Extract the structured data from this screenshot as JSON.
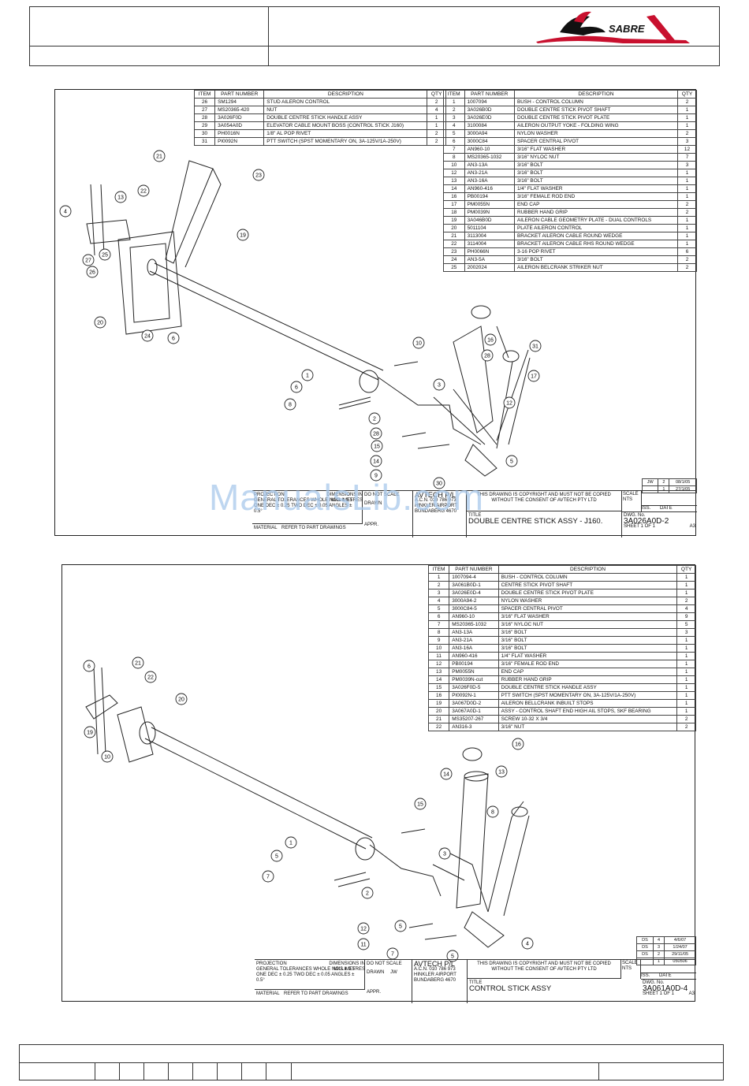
{
  "logo": {
    "text": "SABRE"
  },
  "watermark": "ManualsLib.com",
  "drawing1": {
    "headers": [
      "ITEM",
      "PART NUMBER",
      "DESCRIPTION",
      "QTY"
    ],
    "left_table": [
      [
        "26",
        "SM1294",
        "STUD AILERON CONTROL",
        "2"
      ],
      [
        "27",
        "MS20365-420",
        "NUT",
        "4"
      ],
      [
        "28",
        "3A026F0D",
        "DOUBLE CENTRE STICK HANDLE ASSY",
        "1"
      ],
      [
        "29",
        "3A054A0D",
        "ELEVATOR CABLE MOUNT BOSS (CONTROL STICK J160)",
        "1"
      ],
      [
        "30",
        "PH0016N",
        "1/8\" AL POP RIVET",
        "2"
      ],
      [
        "31",
        "PI0092N",
        "PTT SWITCH (SPST MOMENTARY ON, 3A-125V/1A-250V)",
        "2"
      ]
    ],
    "right_table": [
      [
        "1",
        "1007094",
        "BUSH - CONTROL COLUMN",
        "2"
      ],
      [
        "2",
        "3A026B0D",
        "DOUBLE CENTRE STICK PIVOT SHAFT",
        "1"
      ],
      [
        "3",
        "3A026E0D",
        "DOUBLE CENTRE STICK PIVOT PLATE",
        "1"
      ],
      [
        "4",
        "3100084",
        "AILERON OUTPUT YOKE - FOLDING WING",
        "1"
      ],
      [
        "5",
        "3000A94",
        "NYLON WASHER",
        "2"
      ],
      [
        "6",
        "3000C84",
        "SPACER CENTRAL PIVOT",
        "3"
      ],
      [
        "7",
        "AN960-10",
        "3/16\" FLAT WASHER",
        "12"
      ],
      [
        "8",
        "MS20365-1032",
        "3/16\" NYLOC NUT",
        "7"
      ],
      [
        "10",
        "AN3-13A",
        "3/16\" BOLT",
        "3"
      ],
      [
        "12",
        "AN3-21A",
        "3/16\" BOLT",
        "1"
      ],
      [
        "13",
        "AN3-16A",
        "3/16\" BOLT",
        "1"
      ],
      [
        "14",
        "AN960-416",
        "1/4\" FLAT WASHER",
        "1"
      ],
      [
        "16",
        "PB00194",
        "3/16\" FEMALE ROD END",
        "1"
      ],
      [
        "17",
        "PM0055N",
        "END CAP",
        "2"
      ],
      [
        "18",
        "PM0039N",
        "RUBBER HAND GRIP",
        "2"
      ],
      [
        "19",
        "3A046B0D",
        "AILERON CABLE GEOMETRY PLATE - DUAL CONTROLS",
        "1"
      ],
      [
        "20",
        "5011104",
        "PLATE AILERON CONTROL",
        "1"
      ],
      [
        "21",
        "3113004",
        "BRACKET AILERON CABLE ROUND WEDGE",
        "1"
      ],
      [
        "22",
        "3114004",
        "BRACKET AILERON CABLE RHS ROUND WEDGE",
        "1"
      ],
      [
        "23",
        "PH0066N",
        "3-16 POP RIVET",
        "6"
      ],
      [
        "24",
        "AN3-5A",
        "3/16\" BOLT",
        "2"
      ],
      [
        "25",
        "2002024",
        "AILERON BELCRANK STRIKER NUT",
        "2"
      ]
    ],
    "balloons": [
      "21",
      "23",
      "13",
      "22",
      "4",
      "19",
      "25",
      "27",
      "26",
      "20",
      "24",
      "6",
      "10",
      "16",
      "31",
      "28",
      "17",
      "1",
      "6",
      "8",
      "3",
      "12",
      "2",
      "28",
      "15",
      "14",
      "9",
      "5",
      "30"
    ],
    "titleblock": {
      "projection": "PROJECTION",
      "tolerances": "GENERAL TOLERANCES WHOLE NO'S ± 0.5  ONE DEC ± 0.25  TWO DEC ± 0.05  ANGLES ± 0.5°",
      "dims": "DIMENSIONS IN MILLIMETRES",
      "noscale": "DO NOT SCALE",
      "company": "AVTECH P/L",
      "acn": "A.C.N. 010 786 973",
      "airport": "HINKLER AIRPORT",
      "city": "BUNDABERG 4670",
      "drawn": "DRAWN",
      "appr": "APPR.",
      "material": "MATERIAL",
      "material_val": "REFER TO PART DRAWINGS",
      "copyright": "THIS DRAWING IS COPYRIGHT AND MUST NOT BE COPIED WITHOUT THE CONSENT OF AVTECH PTY LTD",
      "title_lbl": "TITLE",
      "title": "DOUBLE CENTRE STICK ASSY - J160.",
      "scale_lbl": "SCALE",
      "scale": "NTS",
      "dwg_lbl": "DWG. No.",
      "dwg": "3A026A0D-2",
      "sheet": "SHEET 1 OF 1",
      "size": "A3",
      "iss_lbl": "ISS.",
      "date_lbl": "DATE",
      "revisions": [
        [
          "JW",
          "2",
          "08/1/05"
        ],
        [
          "",
          "1",
          "27/1/05"
        ]
      ]
    }
  },
  "drawing2": {
    "headers": [
      "ITEM",
      "PART NUMBER",
      "DESCRIPTION",
      "QTY"
    ],
    "table": [
      [
        "1",
        "1007094-4",
        "BUSH - CONTROL COLUMN",
        "1"
      ],
      [
        "2",
        "3A061B0D-1",
        "CENTRE STICK PIVOT SHAFT",
        "1"
      ],
      [
        "3",
        "3A026E0D-4",
        "DOUBLE CENTRE STICK PIVOT PLATE",
        "1"
      ],
      [
        "4",
        "3000A94-2",
        "NYLON WASHER",
        "2"
      ],
      [
        "5",
        "3000C84-5",
        "SPACER CENTRAL PIVOT",
        "4"
      ],
      [
        "6",
        "AN960-10",
        "3/16\" FLAT WASHER",
        "9"
      ],
      [
        "7",
        "MS20365-1032",
        "3/16\" NYLOC NUT",
        "5"
      ],
      [
        "8",
        "AN3-13A",
        "3/16\" BOLT",
        "3"
      ],
      [
        "9",
        "AN3-21A",
        "3/16\" BOLT",
        "1"
      ],
      [
        "10",
        "AN3-16A",
        "3/16\" BOLT",
        "1"
      ],
      [
        "11",
        "AN960-416",
        "1/4\" FLAT WASHER",
        "1"
      ],
      [
        "12",
        "PB00194",
        "3/16\" FEMALE ROD END",
        "1"
      ],
      [
        "13",
        "PM0055N",
        "END CAP",
        "1"
      ],
      [
        "14",
        "PM0039N-cut",
        "RUBBER HAND GRIP",
        "1"
      ],
      [
        "15",
        "3A026F0D-5",
        "DOUBLE CENTRE STICK HANDLE ASSY",
        "1"
      ],
      [
        "16",
        "PI0092N-1",
        "PTT SWITCH (SPST MOMENTARY ON, 3A-125V/1A-250V)",
        "1"
      ],
      [
        "19",
        "3A067D0D-2",
        "AILERON BELLCRANK INBUILT STOPS",
        "1"
      ],
      [
        "20",
        "3A067A0D-1",
        "ASSY - CONTROL SHAFT END HIGH AIL STOPS, SKF BEARING",
        "1"
      ],
      [
        "21",
        "MS35207-267",
        "SCREW 10-32 X 3/4",
        "2"
      ],
      [
        "22",
        "AN316-3",
        "3/16\" NUT",
        "2"
      ]
    ],
    "balloons": [
      "6",
      "21",
      "22",
      "20",
      "19",
      "10",
      "16",
      "13",
      "14",
      "15",
      "8",
      "1",
      "5",
      "3",
      "7",
      "2",
      "5",
      "12",
      "11",
      "7",
      "5",
      "4"
    ],
    "titleblock": {
      "projection": "PROJECTION",
      "tolerances": "GENERAL TOLERANCES WHOLE NO'S ± 0.5  ONE DEC ± 0.25  TWO DEC ± 0.05  ANGLES ± 0.5°",
      "dims": "DIMENSIONS IN MILLIMETRES",
      "noscale": "DO NOT SCALE",
      "company": "AVTECH P/L",
      "acn": "A.C.N. 010 786 973",
      "airport": "HINKLER AIRPORT",
      "city": "BUNDABERG 4670",
      "drawn": "DRAWN",
      "drawn_val": "JW",
      "appr": "APPR.",
      "material": "MATERIAL",
      "material_val": "REFER TO PART DRAWINGS",
      "copyright": "THIS DRAWING IS COPYRIGHT AND MUST NOT BE COPIED WITHOUT THE CONSENT OF AVTECH PTY LTD",
      "title_lbl": "TITLE",
      "title": "CONTROL STICK ASSY",
      "scale_lbl": "SCALE",
      "scale": "NTS",
      "dwg_lbl": "DWG. No.",
      "dwg": "3A061A0D-4",
      "sheet": "SHEET 1 OF 1",
      "size": "A3",
      "iss_lbl": "ISS.",
      "date_lbl": "DATE",
      "revisions": [
        [
          "DS",
          "4",
          "4/6/07"
        ],
        [
          "DS",
          "3",
          "1/24/07"
        ],
        [
          "DS",
          "2",
          "29/11/05"
        ],
        [
          "",
          "1",
          "050506"
        ]
      ]
    }
  }
}
